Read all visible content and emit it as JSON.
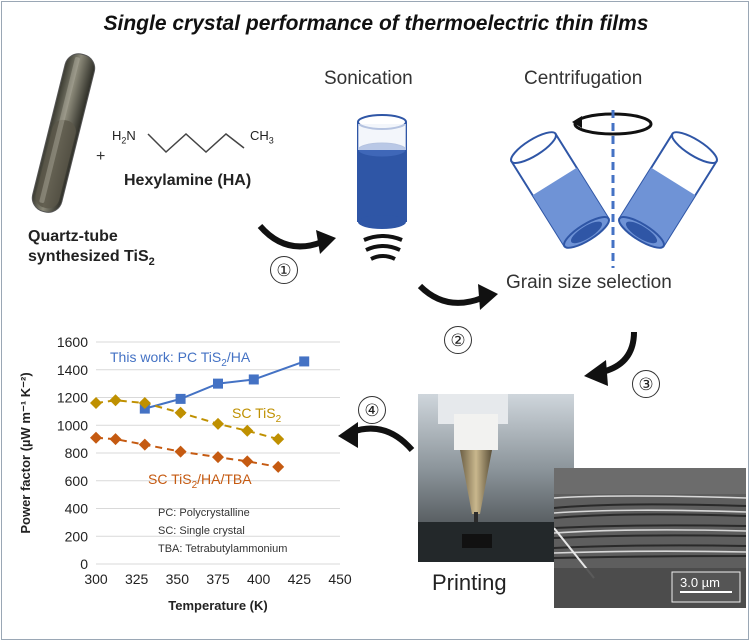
{
  "title": "Single crystal performance of thermoelectric thin films",
  "materials": {
    "tube_label_line1": "Quartz-tube",
    "tube_label_line2": "synthesized TiS",
    "tube_label_sub": "2",
    "plus": "+",
    "amine_label": "Hexylamine (HA)",
    "h2n_h": "H",
    "h2n_2": "2",
    "h2n_n": "N",
    "ch3_ch": "CH",
    "ch3_3": "3"
  },
  "steps": {
    "sonication": "Sonication",
    "centrifugation": "Centrifugation",
    "grain_size": "Grain size selection",
    "printing": "Printing",
    "num1": "①",
    "num2": "②",
    "num3": "③",
    "num4": "④"
  },
  "sem": {
    "scale_bar": "3.0 µm"
  },
  "colors": {
    "blue": "#4472c4",
    "gold": "#bf9000",
    "orange": "#c55a11",
    "liquid": "#2f56a6"
  },
  "chart_data": {
    "type": "line",
    "xlabel": "Temperature (K)",
    "ylabel": "Power factor (µW m⁻¹ K⁻²)",
    "xlim": [
      300,
      450
    ],
    "ylim": [
      0,
      1600
    ],
    "xticks": [
      300,
      325,
      350,
      375,
      400,
      425,
      450
    ],
    "yticks": [
      0,
      200,
      400,
      600,
      800,
      1000,
      1200,
      1400,
      1600
    ],
    "series": [
      {
        "name": "This work: PC TiS2/HA",
        "color": "#4472c4",
        "style": "solid",
        "marker": "square",
        "x": [
          330,
          352,
          375,
          397,
          428
        ],
        "y": [
          1120,
          1190,
          1300,
          1330,
          1460
        ]
      },
      {
        "name": "SC TiS2",
        "color": "#bf9000",
        "style": "dashed",
        "marker": "diamond",
        "x": [
          300,
          312,
          330,
          352,
          375,
          393,
          412
        ],
        "y": [
          1160,
          1180,
          1160,
          1090,
          1010,
          960,
          900
        ]
      },
      {
        "name": "SC TiS2/HA/TBA",
        "color": "#c55a11",
        "style": "dashed",
        "marker": "diamond",
        "x": [
          300,
          312,
          330,
          352,
          375,
          393,
          412
        ],
        "y": [
          910,
          900,
          860,
          810,
          770,
          740,
          700
        ]
      }
    ],
    "legend_labels": {
      "pc_main": "This work: PC TiS",
      "pc_sub": "2",
      "pc_tail": "/HA",
      "sc_main": "SC TiS",
      "sc_sub": "2",
      "tba_main": "SC TiS",
      "tba_sub": "2",
      "tba_tail": "/HA/TBA"
    },
    "notes": [
      "PC: Polycrystalline",
      "SC: Single crystal",
      "TBA: Tetrabutylammonium"
    ]
  }
}
